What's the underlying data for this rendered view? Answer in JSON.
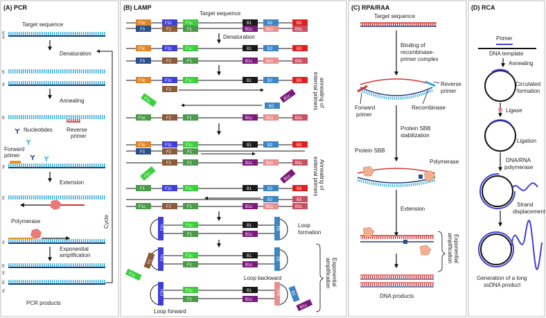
{
  "panels": {
    "pcr": {
      "title": "(A)  PCR",
      "target": "Target sequence",
      "denaturation": "Denaturation",
      "annealing": "Annealing",
      "nucleotides": "Nucleotides",
      "reverse_primer_1": "Reverse",
      "reverse_primer_2": "primer",
      "forward_primer_1": "Forward",
      "forward_primer_2": "primer",
      "extension": "Extension",
      "polymerase": "Polymerase",
      "exp_amp_1": "Exponential",
      "exp_amp_2": "amplification",
      "products": "PCR products",
      "cycle": "Cycle",
      "strand_5": "5'",
      "strand_3": "3'"
    },
    "lamp": {
      "title": "(B)  LAMP",
      "target": "Target sequence",
      "denaturation": "Denaturation",
      "annealing_internal_1": "annealing of",
      "annealing_internal_2": "internal primers",
      "annealing_external_1": "Annealing of",
      "annealing_external_2": "external primers",
      "loop_formation_1": "Loop",
      "loop_formation_2": "formation",
      "loop_backward": "Loop backward",
      "loop_forward": "Loop forward",
      "exp_amp_1": "Exponential",
      "exp_amp_2": "amplification",
      "segments": {
        "F3c": "F3c",
        "F3": "F3",
        "F2c": "F2c",
        "F2": "F2",
        "F1c": "F1c",
        "F1": "F1",
        "B1": "B1",
        "B1c": "B1c",
        "B2": "B2",
        "B2c": "B2c",
        "B3": "B3",
        "B3c": "B3c"
      }
    },
    "rpa": {
      "title": "(C)  RPA/RAA",
      "target": "Target sequence",
      "binding_1": "Binding of",
      "binding_2": "recombinase-",
      "binding_3": "primer complex",
      "reverse_primer_1": "Reverse",
      "reverse_primer_2": "primer",
      "forward_primer_1": "Forward",
      "forward_primer_2": "primer",
      "recombinase": "Recombinase",
      "ssb_1": "Protein SBB",
      "ssb_2": "stabilization",
      "protein_ssb": "Protein SBB",
      "polymerase": "Polymerase",
      "extension": "Extension",
      "exp_amp_1": "Exponential",
      "exp_amp_2": "amplification",
      "products": "DNA products"
    },
    "rca": {
      "title": "(D)  RCA",
      "primer": "Primer",
      "template": "DNA template",
      "annealing": "Annealing",
      "circ_1": "Circulated",
      "circ_2": "formation",
      "ligase": "Ligase",
      "ligation": "Ligation",
      "poly_1": "DNA/RNA",
      "poly_2": "polymerase",
      "strand_1": "Strand",
      "strand_2": "displacement",
      "gen_1": "Generation of a long",
      "gen_2": "ssDNA product"
    }
  },
  "colors": {
    "strand_top": "#29a8d6",
    "strand_bottom": "#1f3d7a",
    "primer_red": "#d43030",
    "primer_orange": "#e8941f",
    "polymerase": "#e87a7a",
    "panel_border": "#bdbdbd",
    "F3": "#e0862a",
    "F2": "#3f3fd6",
    "F1": "#3ccf3c",
    "B1": "#1a1a1a",
    "B2": "#3d86c6",
    "B3": "#e02020",
    "F3c_dark": "#2a4f8a",
    "F2_brown": "#8a5a3a",
    "F1_dark": "#4a9a4a",
    "B1c": "#7a1a7a",
    "B2c": "#e89090",
    "B3c": "#c85060"
  }
}
